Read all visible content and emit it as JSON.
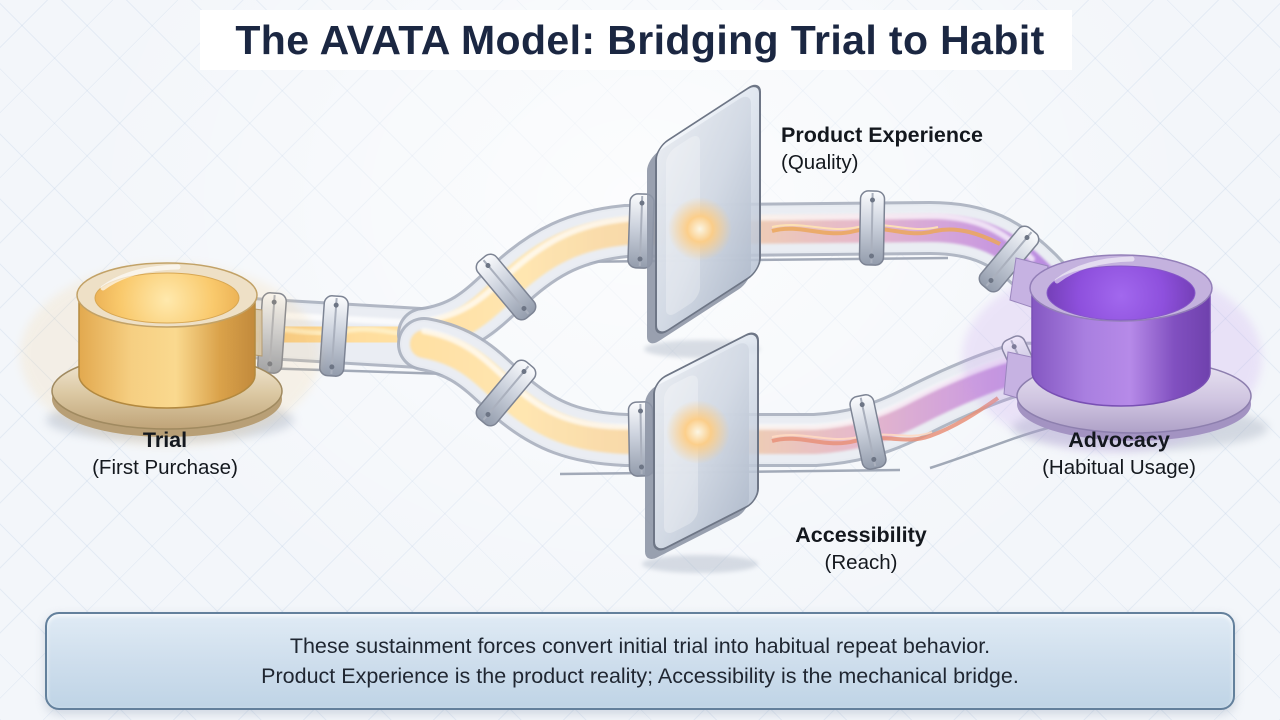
{
  "title": "The AVATA Model: Bridging Trial to Habit",
  "nodes": {
    "trial": {
      "label": "Trial",
      "sublabel": "(First Purchase)",
      "color": "#f2b75c"
    },
    "advocacy": {
      "label": "Advocacy",
      "sublabel": "(Habitual Usage)",
      "color": "#8b54d6"
    }
  },
  "gates": {
    "product_experience": {
      "label": "Product Experience",
      "sublabel": "(Quality)"
    },
    "accessibility": {
      "label": "Accessibility",
      "sublabel": "(Reach)"
    }
  },
  "caption": {
    "line1": "These sustainment forces convert initial trial into habitual repeat behavior.",
    "line2": "Product Experience is the product reality; Accessibility is the mechanical bridge."
  },
  "colors": {
    "title_text": "#1b2742",
    "trial_gold": "#f2b75c",
    "advocacy_purple": "#8b54d6",
    "caption_background": "#cdddec",
    "caption_border": "#63809c"
  }
}
